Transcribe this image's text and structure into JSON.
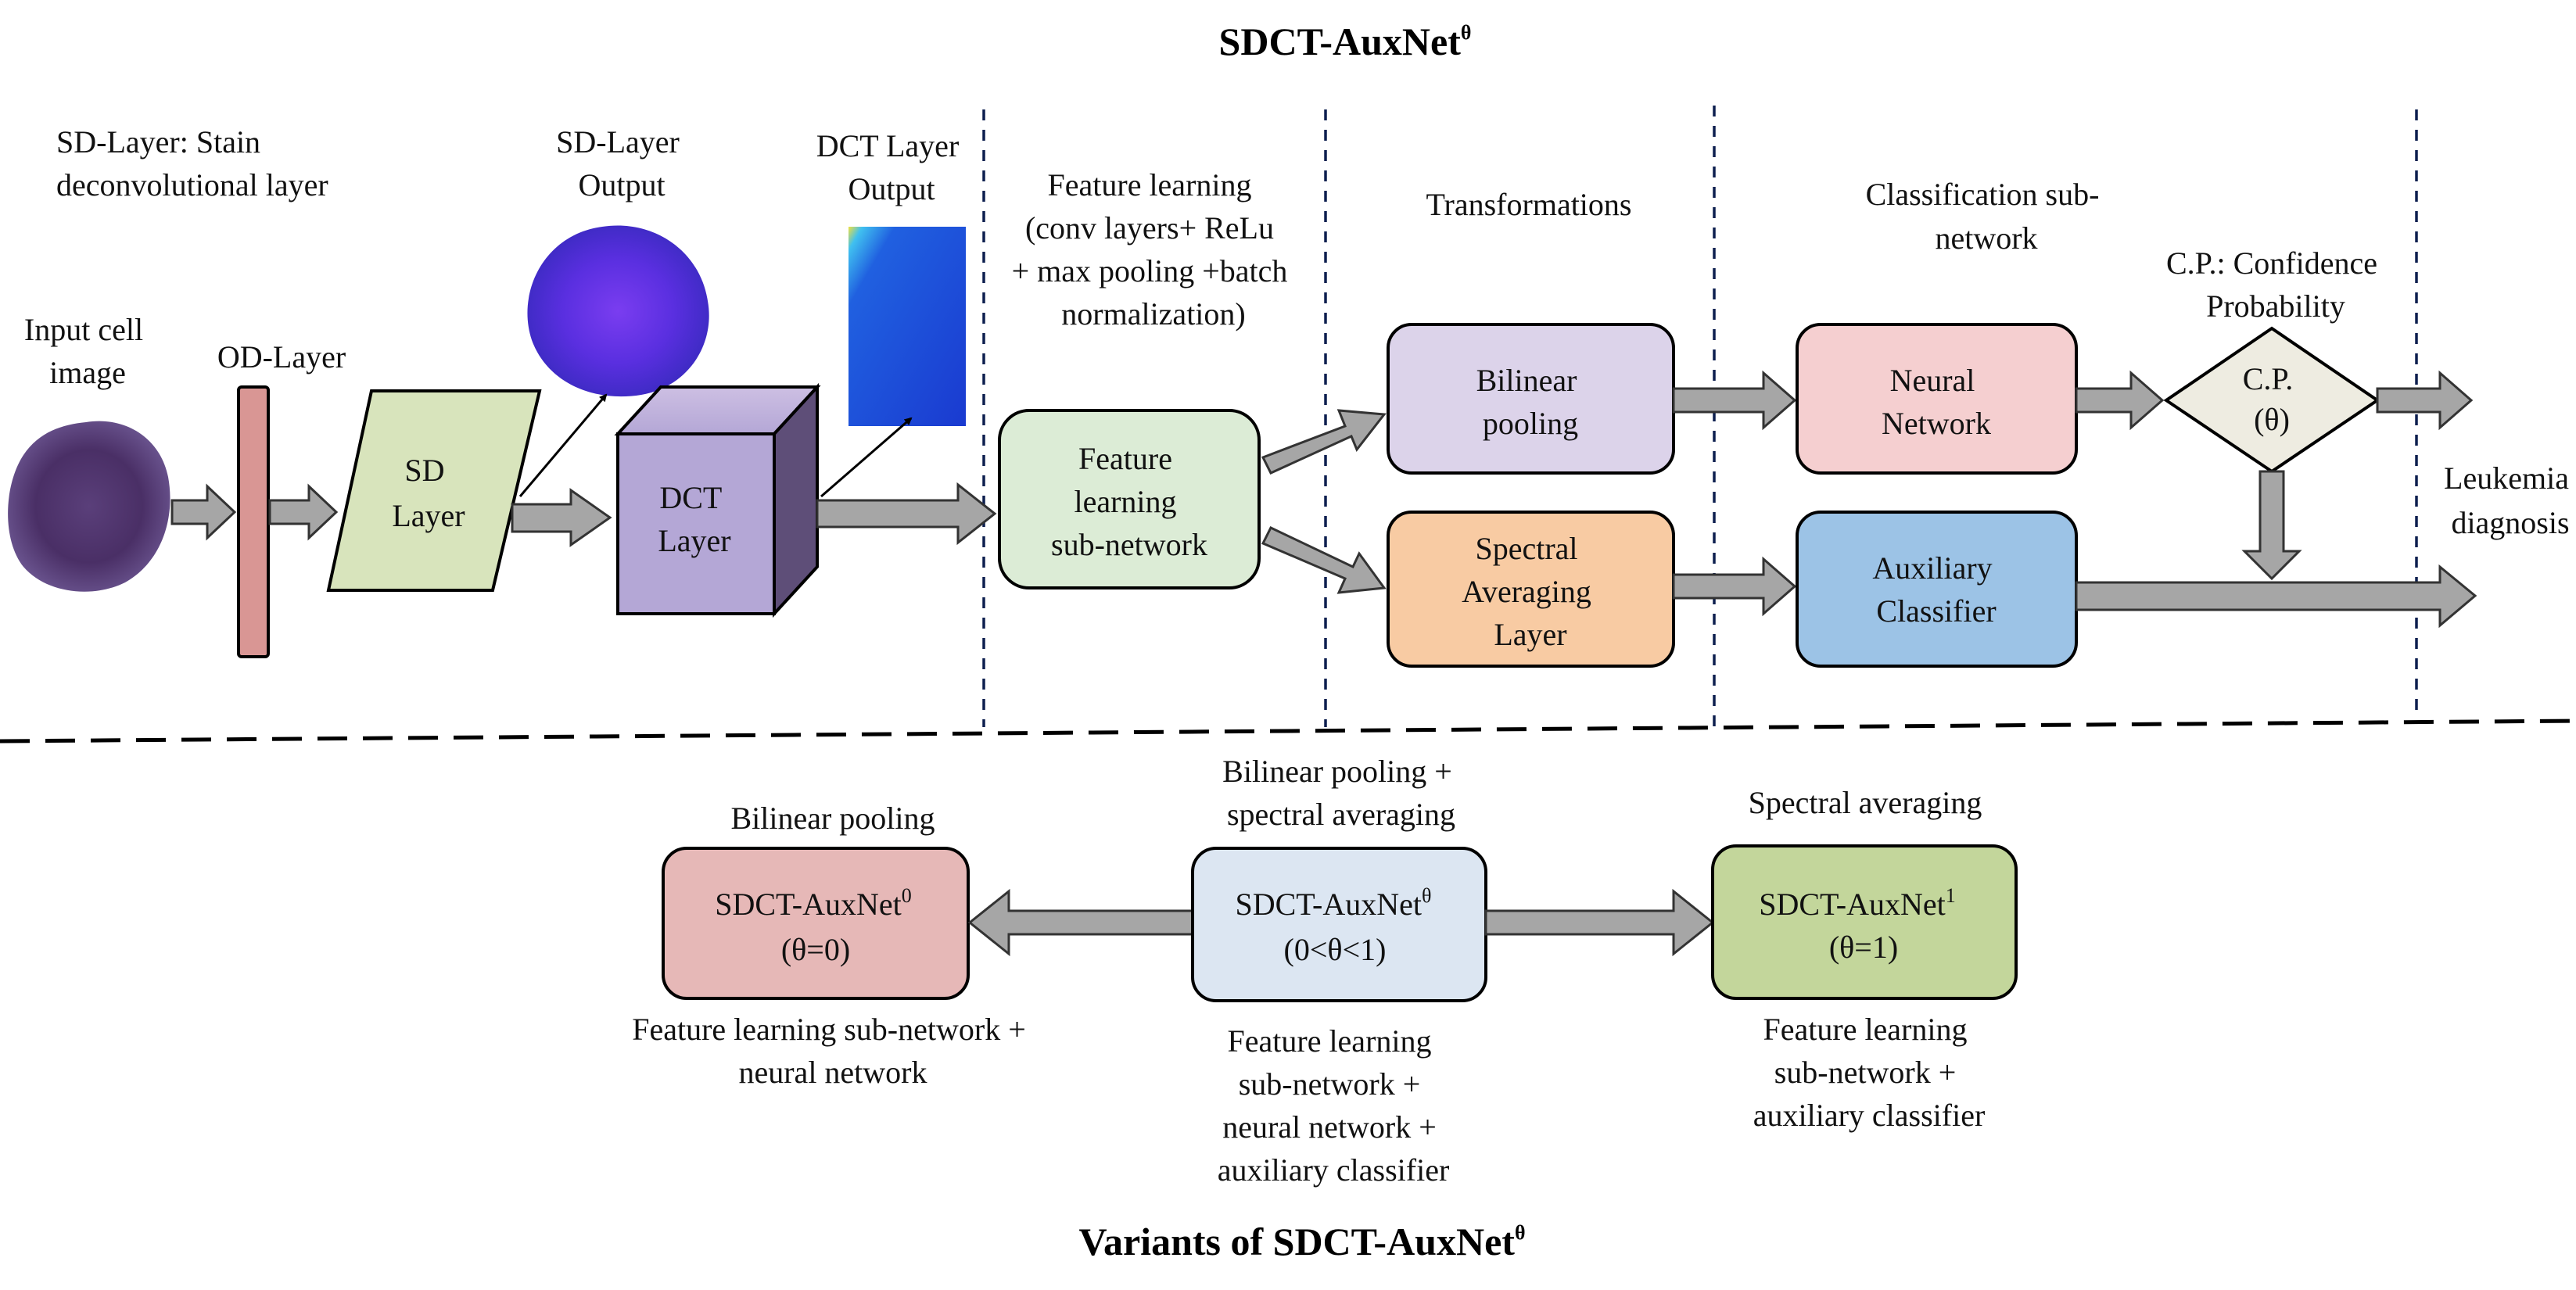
{
  "title": "SDCT-AuxNet",
  "title_sup": "θ",
  "variants_title": "Variants of SDCT-AuxNet",
  "variants_title_sup": "θ",
  "colors": {
    "od_layer": "#d99694",
    "sd_layer": "#d8e4bc",
    "dct_layer": "#b4a7d6",
    "feature": "#dcecd6",
    "bilinear": "#dcd3ea",
    "spectral": "#f8cba3",
    "neural": "#f5cfd0",
    "auxiliary": "#9cc3e6",
    "cp": "#eeece1",
    "variant0": "#e6b8b7",
    "variant_theta": "#dce6f2",
    "variant1": "#c3d69b"
  },
  "labels": {
    "sd_layer_desc": [
      "SD-Layer: Stain",
      "deconvolutional layer"
    ],
    "sd_output": [
      "SD-Layer",
      "Output"
    ],
    "dct_output": [
      "DCT Layer",
      "Output"
    ],
    "input_cell": [
      "Input  cell",
      "image"
    ],
    "od_layer": "OD-Layer",
    "sd_box": [
      "SD",
      "Layer"
    ],
    "dct_box": [
      "DCT",
      "Layer"
    ],
    "feature_learning_desc": [
      "Feature learning",
      "(conv layers+ ReLu",
      "+ max pooling +batch",
      "normalization)"
    ],
    "feature_box": [
      "Feature",
      "learning",
      "sub-network"
    ],
    "transformations": "Transformations",
    "bilinear_box": [
      "Bilinear",
      "pooling"
    ],
    "spectral_box": [
      "Spectral",
      "Averaging",
      "Layer"
    ],
    "classification": [
      "Classification sub-",
      "network"
    ],
    "neural_box": [
      "Neural",
      "Network"
    ],
    "auxiliary_box": [
      "Auxiliary",
      "Classifier"
    ],
    "cp_desc": [
      "C.P.: Confidence",
      "Probability"
    ],
    "cp_box": [
      "C.P.",
      "(θ)"
    ],
    "leukemia": [
      "Leukemia",
      "diagnosis"
    ]
  },
  "variants": {
    "v0": {
      "heading": "Bilinear pooling",
      "name": "SDCT-AuxNet",
      "sup": "0",
      "param": "(θ=0)",
      "desc": [
        "Feature learning sub-network +",
        "neural network"
      ]
    },
    "vtheta": {
      "heading": [
        "Bilinear pooling +",
        "spectral averaging"
      ],
      "name": "SDCT-AuxNet",
      "sup": "θ",
      "param": "(0<θ<1)",
      "desc": [
        "Feature learning",
        "sub-network  +",
        "neural network +",
        "auxiliary classifier"
      ]
    },
    "v1": {
      "heading": "Spectral averaging",
      "name": "SDCT-AuxNet",
      "sup": "1",
      "param": "(θ=1)",
      "desc": [
        "Feature  learning",
        "sub-network +",
        "auxiliary classifier"
      ]
    }
  }
}
